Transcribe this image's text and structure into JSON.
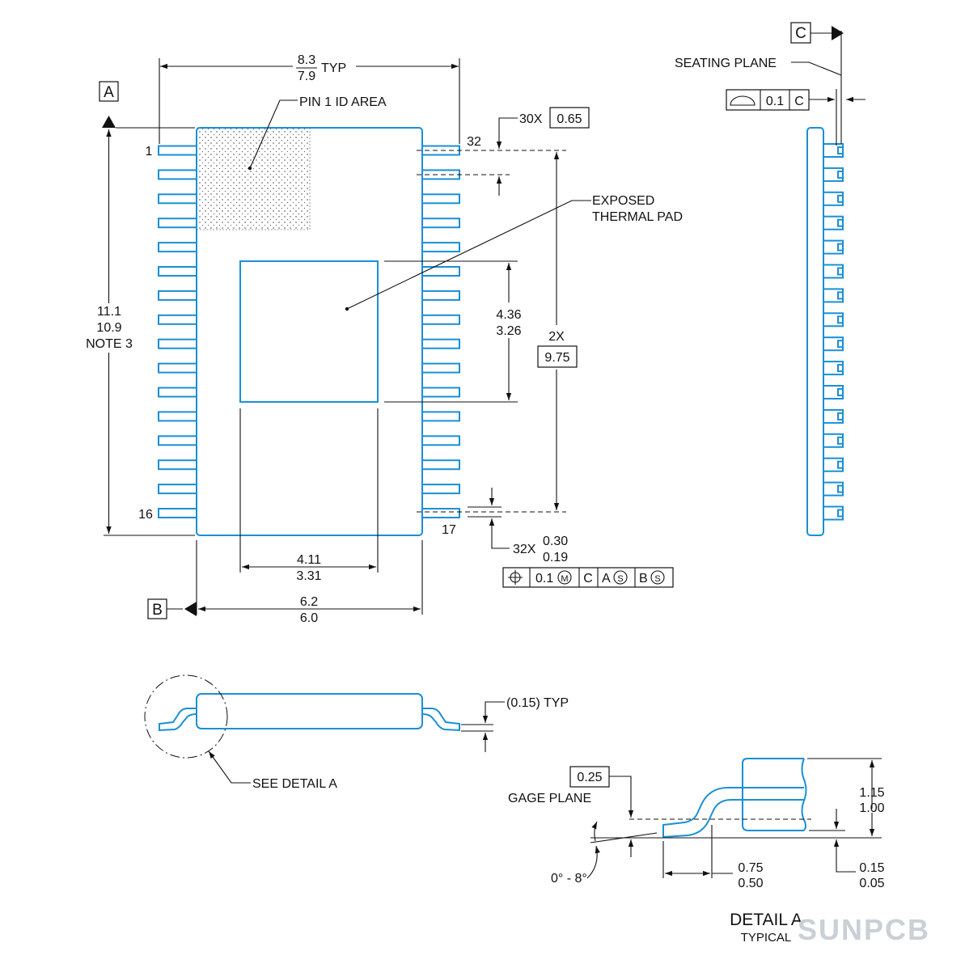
{
  "labels": {
    "datum_a": "A",
    "datum_b": "B",
    "datum_c": "C",
    "width_max": "8.3",
    "width_min": "7.9",
    "width_typ": "TYP",
    "pin1_area": "PIN 1 ID AREA",
    "pitch_count": "30X",
    "pitch_value": "0.65",
    "exposed_line1": "EXPOSED",
    "exposed_line2": "THERMAL PAD",
    "pad_len_max": "4.36",
    "pad_len_min": "3.26",
    "span_count": "2X",
    "span_value": "9.75",
    "length_max": "11.1",
    "length_min": "10.9",
    "length_note": "NOTE 3",
    "pin_1": "1",
    "pin_16": "16",
    "pin_17": "17",
    "pin_32": "32",
    "lead_count": "32X",
    "lead_w_max": "0.30",
    "lead_w_min": "0.19",
    "pad_w_max": "4.11",
    "pad_w_min": "3.31",
    "body_w_max": "6.2",
    "body_w_min": "6.0",
    "fcf_tol": "0.1",
    "fcf_c": "C",
    "fcf_a": "A",
    "fcf_b": "B",
    "seating_plane": "SEATING PLANE",
    "flat_tol": "0.1",
    "flat_datum": "C",
    "thickness_typ": "(0.15) TYP",
    "see_detail": "SEE DETAIL A",
    "gage_value": "0.25",
    "gage_plane": "GAGE PLANE",
    "height_max": "1.15",
    "height_min": "1.00",
    "standoff_max": "0.15",
    "standoff_min": "0.05",
    "foot_max": "0.75",
    "foot_min": "0.50",
    "angle": "0° - 8°",
    "detail_title": "DETAIL A",
    "detail_sub": "TYPICAL",
    "watermark": "SUNPCB"
  },
  "colors": {
    "outline": "#1a8fd6",
    "lines": "#111111"
  }
}
